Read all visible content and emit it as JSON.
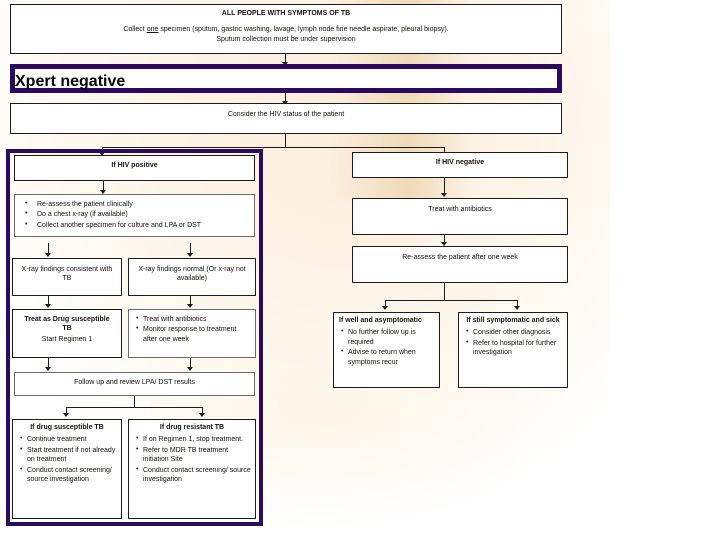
{
  "title": "TB diagnostic algorithm - Xpert negative pathway",
  "colors": {
    "purple": "#2a0a5e",
    "box_border": "#4b4b4b",
    "text": "#17120c",
    "background": "#ffffff",
    "background_tint": "#fdf3e6"
  },
  "top": {
    "heading": "ALL PEOPLE WITH SYMPTOMS OF TB",
    "line1_pre": "Collect ",
    "line1_underlined": "one",
    "line1_post": " specimen (sputum, gastric washing, lavage, lymph node fine needle aspirate, pleural biopsy).",
    "line2": "Sputum collection must be under supervision"
  },
  "xpert": {
    "label": "Xpert negative"
  },
  "hiv_status": {
    "label": "Consider the HIV status of the patient"
  },
  "hiv_positive": {
    "header": "If HIV positive",
    "assess_bullets": [
      "Re-assess the patient clinically",
      "Do a chest x-ray (if available)",
      "Collect another specimen for culture and LPA or DST"
    ],
    "xray_consistent": "X-ray findings consistent with TB",
    "xray_normal": "X-ray findings normal (Or x-ray not available)",
    "treat_ds_bold": "Treat as Drug susceptible TB",
    "treat_ds_plain": "Start Regimen 1",
    "antibiotics_bullets": [
      "Treat with antibiotics",
      "Monitor response to treatment after one week"
    ],
    "follow_up": "Follow up and review LPA/ DST results",
    "ds_tb": {
      "header": "If drug susceptible TB",
      "bullets": [
        "Continue treatment",
        "Start treatment if not already on treatment",
        "Conduct contact screening/ source investigation"
      ]
    },
    "dr_tb": {
      "header": "If drug resistant TB",
      "bullets": [
        "If on Regimen 1, stop treatment.",
        "Refer to MDR TB treatment initiation Site",
        "Conduct contact screening/ source investigation"
      ]
    }
  },
  "hiv_negative": {
    "header": "If HIV negative",
    "treat_antibiotics": "Treat with antibiotics",
    "reassess": "Re-assess the patient after one week",
    "well": {
      "header": "If well and asymptomatic",
      "bullets": [
        "No further follow up is required",
        "Advise to return when symptoms recur"
      ]
    },
    "sick": {
      "header": "If still symptomatic and sick",
      "bullets": [
        "Consider other diagnosis",
        "Refer to hospital for further investigation"
      ]
    }
  }
}
